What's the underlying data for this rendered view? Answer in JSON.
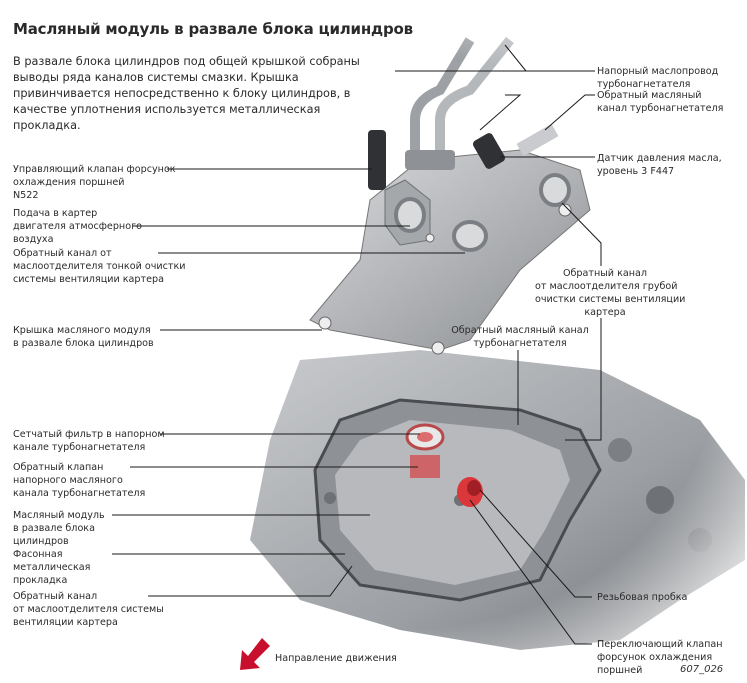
{
  "title": "Масляный модуль в развале блока цилиндров",
  "intro": "В развале блока цилиндров под общей крышкой собраны выводы ряда каналов системы смазки. Крышка привинчивается непосредственно к блоку цилиндров, в качестве уплотнения используется металлическая прокладка.",
  "labels_left": [
    [
      "Управляющий клапан форсунок",
      "охлаждения поршней",
      "N522"
    ],
    [
      "Подача в картер",
      "двигателя атмосферного",
      "воздуха"
    ],
    [
      "Обратный канал от",
      "маслоотделителя тонкой очистки",
      "системы вентиляции картера"
    ],
    [
      "Крышка масляного модуля",
      "в развале блока цилиндров"
    ],
    [
      "Сетчатый фильтр в напорном",
      "канале турбонагнетателя"
    ],
    [
      "Обратный клапан",
      "напорного масляного",
      "канала турбонагнетателя"
    ],
    [
      "Масляный модуль",
      "в развале блока",
      "цилиндров"
    ],
    [
      "Фасонная",
      "металлическая",
      "прокладка"
    ],
    [
      "Обратный канал",
      "от маслоотделителя системы",
      "вентиляции картера"
    ]
  ],
  "labels_right": [
    [
      "Напорный маслопровод",
      "турбонагнетателя"
    ],
    [
      "Обратный масляный",
      "канал турбонагнетателя"
    ],
    [
      "Датчик давления масла,",
      "уровень 3 F447"
    ],
    [
      "Обратный канал",
      "от маслоотделителя грубой",
      "очистки системы вентиляции",
      "картера"
    ],
    [
      "Обратный масляный канал",
      "турбонагнетателя"
    ],
    [
      "Резьбовая пробка"
    ],
    [
      "Переключающий клапан",
      "форсунок охлаждения",
      "поршней"
    ]
  ],
  "direction_label": "Направление движения",
  "figure_id": "607_026",
  "colors": {
    "arrow": "#c8102e",
    "highlight": "#d9373a",
    "metal": "#a9abae"
  }
}
